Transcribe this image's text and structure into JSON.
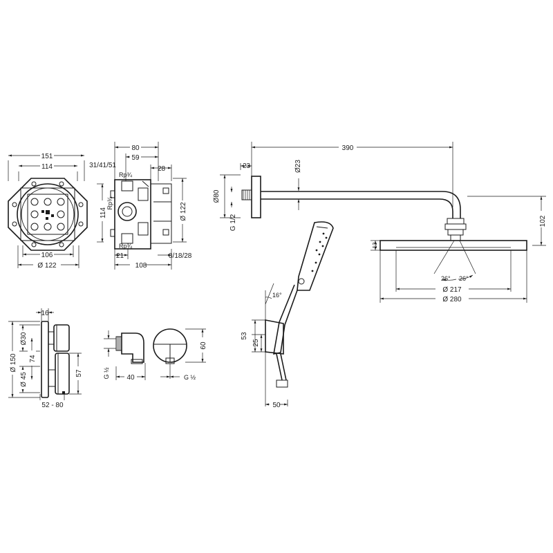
{
  "views": {
    "box_front": {
      "w151": "151",
      "w114": "114",
      "w106": "106",
      "d122": "Ø  122"
    },
    "box_side": {
      "w80": "80",
      "w59": "59",
      "depth": "31/41/51",
      "w28": "28",
      "rp_top": "Rp¾",
      "rp_side": "Rp¾",
      "rp_bottom": "Rp¾",
      "h114": "114",
      "d122": "Ø  122",
      "w21": "21",
      "w108": "108",
      "depths": "8/18/28"
    },
    "overhead": {
      "w390": "390",
      "w23": "23",
      "d23": "Ø23",
      "d80": "Ø80",
      "g12": "G 1/2",
      "h102": "102",
      "h13": "13",
      "a26l": "26°",
      "a26r": "26°",
      "d217": "Ø 217",
      "d280": "Ø 280"
    },
    "hand_shower": {
      "a16": "16°",
      "h53": "53",
      "h25": "25",
      "w50": "50"
    },
    "thermostat": {
      "w16": "16",
      "d150": "Ø 150",
      "d30": "Ø30",
      "h74": "74",
      "d45": "Ø 45",
      "h57": "57",
      "w5280": "52 - 80"
    },
    "outlet_elbow": {
      "g12": "G ½",
      "w40": "40"
    },
    "outlet_round": {
      "g12": "G  ½",
      "h60": "60"
    }
  }
}
